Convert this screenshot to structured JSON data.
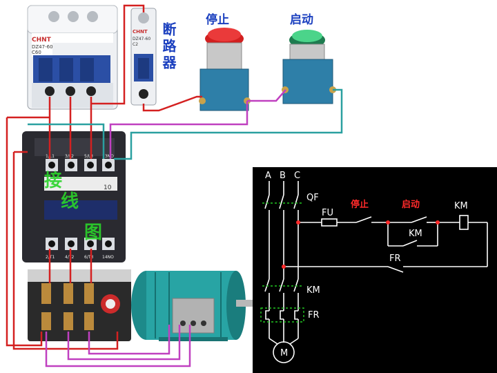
{
  "labels": {
    "breaker_small": "断路器",
    "stop": "停止",
    "start": "启动",
    "contactor_phases": "接 线 图"
  },
  "devices": {
    "main_breaker_brand": "CHNT",
    "main_breaker_model": "DZ47-60",
    "main_breaker_rating": "C60",
    "small_breaker_brand": "CHNT",
    "small_breaker_model": "DZ47-60",
    "small_breaker_rating": "C2",
    "contactor_terminals_top": [
      "1/L1",
      "3/L2",
      "5/L3",
      "13NO"
    ],
    "contactor_terminals_bottom": [
      "2/T1",
      "4/T2",
      "6/T3",
      "14NO"
    ],
    "contactor_number": "10"
  },
  "schematic": {
    "phases": [
      "A",
      "B",
      "C"
    ],
    "qf": "QF",
    "fu": "FU",
    "stop": "停止",
    "start": "启动",
    "km_coil": "KM",
    "km_aux": "KM",
    "fr_contact": "FR",
    "km_main": "KM",
    "fr_main": "FR",
    "motor": "M"
  },
  "colors": {
    "wire_red": "#d42020",
    "wire_magenta": "#c040c0",
    "wire_teal": "#2aa0a0",
    "schematic_bg": "#000000",
    "schematic_line": "#ffffff",
    "schematic_node": "#ff2a2a",
    "schematic_dash": "#22c722",
    "label_blue": "#1a3fbf"
  }
}
